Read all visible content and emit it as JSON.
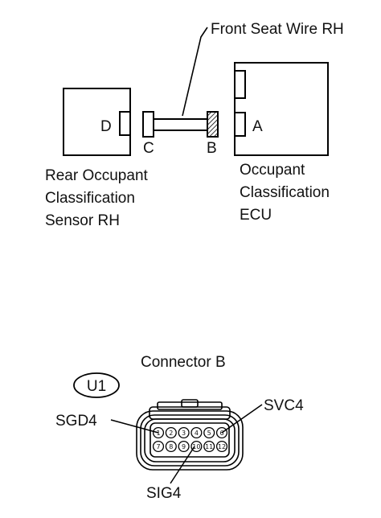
{
  "wire_label": "Front Seat Wire RH",
  "connectors": {
    "d": "D",
    "c": "C",
    "b": "B",
    "a": "A"
  },
  "rear_sensor": {
    "line1": "Rear Occupant",
    "line2": "Classification",
    "line3": "Sensor RH"
  },
  "ecu": {
    "line1": "Occupant",
    "line2": "Classification",
    "line3": "ECU"
  },
  "connector_view": {
    "title": "Connector B",
    "badge": "U1",
    "callouts": {
      "svc4": "SVC4",
      "sgd4": "SGD4",
      "sig4": "SIG4"
    },
    "pins_top": [
      "1",
      "2",
      "3",
      "4",
      "5",
      "6"
    ],
    "pins_bottom": [
      "7",
      "8",
      "9",
      "10",
      "11",
      "12"
    ]
  }
}
